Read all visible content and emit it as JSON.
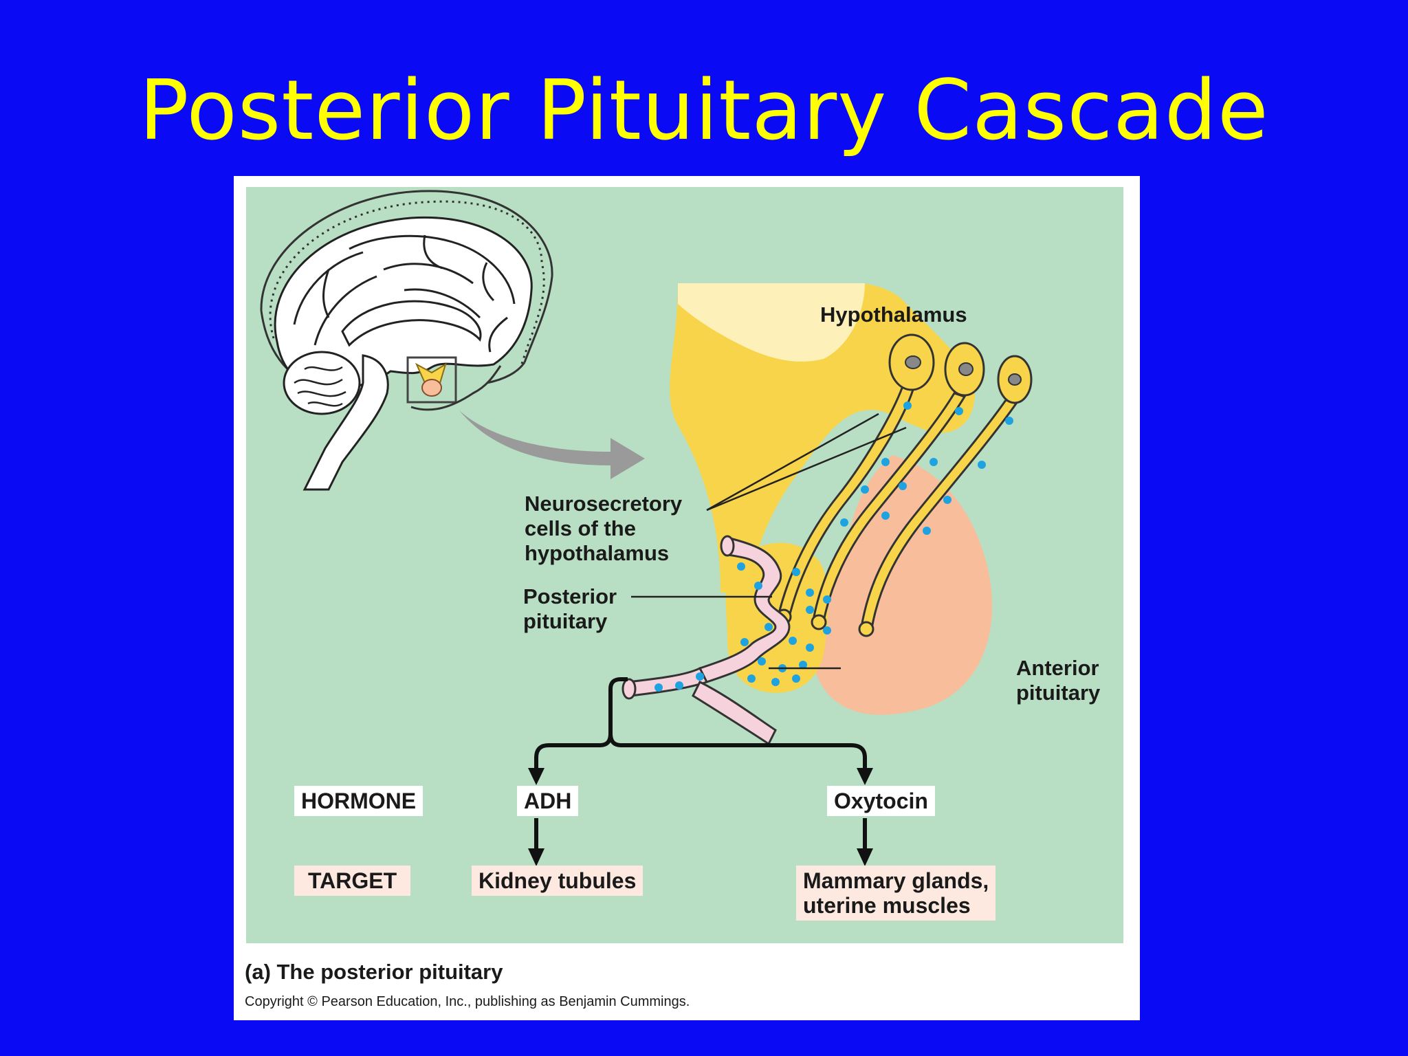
{
  "slide": {
    "title": "Posterior Pituitary Cascade",
    "background_color": "#0a0af5",
    "title_color": "#ffff00"
  },
  "figure": {
    "labels": {
      "hypothalamus": "Hypothalamus",
      "neurosecretory": [
        "Neurosecretory",
        "cells of the",
        "hypothalamus"
      ],
      "posterior_pituitary": [
        "Posterior",
        "pituitary"
      ],
      "anterior_pituitary": [
        "Anterior",
        "pituitary"
      ]
    },
    "rows": {
      "hormone_header": "HORMONE",
      "target_header": "TARGET"
    },
    "hormones": [
      {
        "name": "ADH",
        "target": "Kidney tubules"
      },
      {
        "name": "Oxytocin",
        "target": [
          "Mammary glands,",
          "uterine muscles"
        ]
      }
    ],
    "caption": "(a) The posterior pituitary",
    "copyright": "Copyright © Pearson Education, Inc., publishing as Benjamin Cummings.",
    "colors": {
      "panel": "#b8dfc3",
      "hypothalamus": "#f7d44a",
      "anterior_pituitary": "#f8bd9a",
      "vessel": "#f6d3dc",
      "hormone_dots": "#1fa3e0"
    }
  }
}
